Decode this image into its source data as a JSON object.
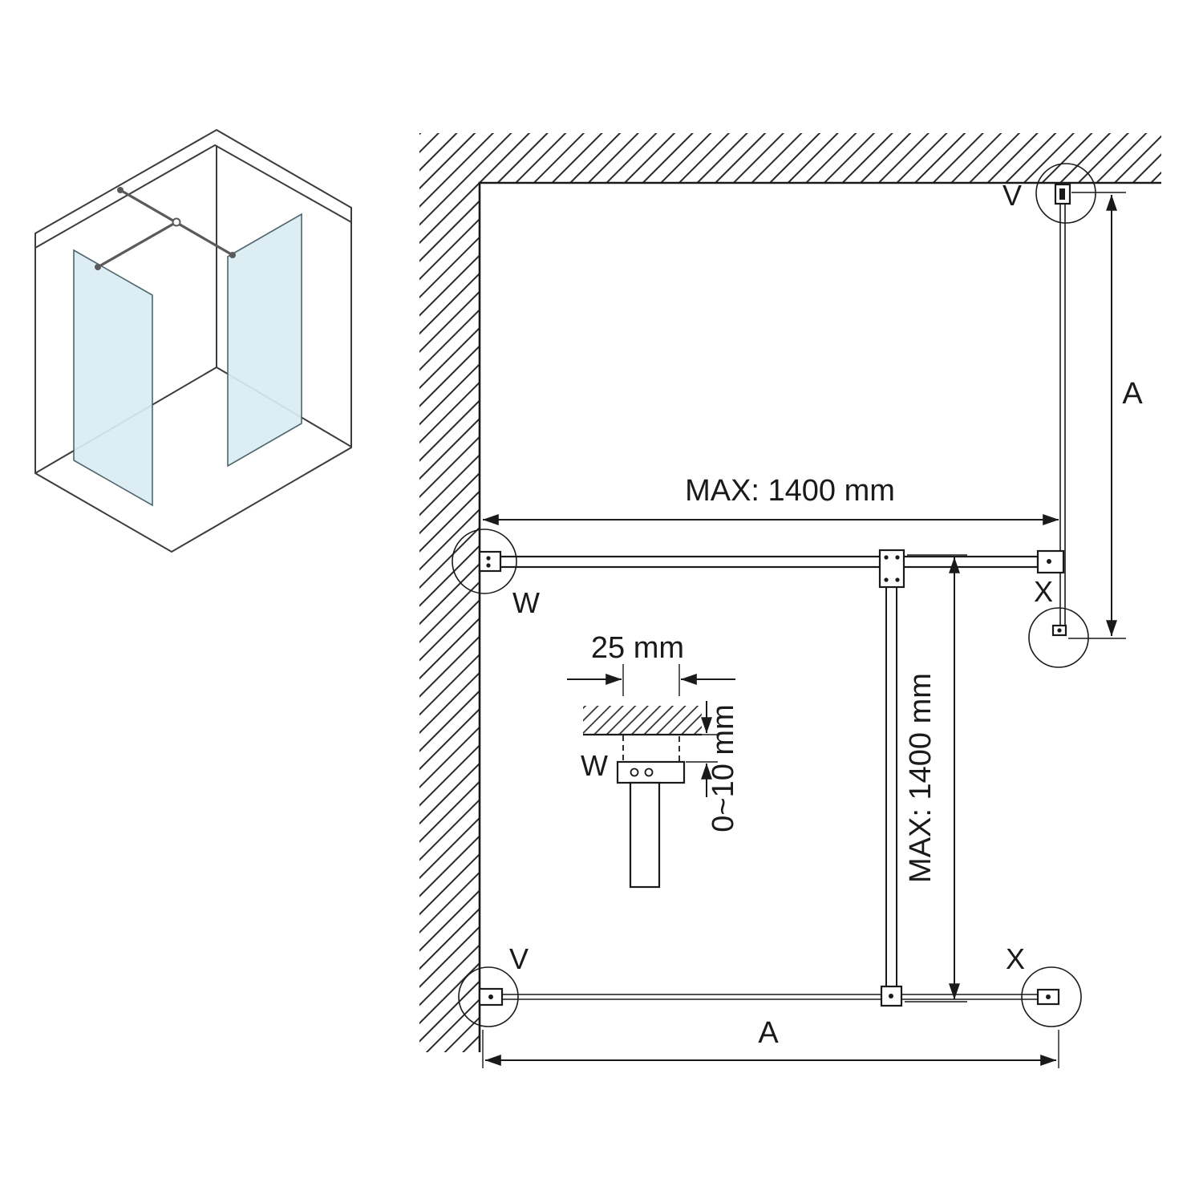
{
  "diagram": {
    "kind": "walk-in-shower-screen-installation-drawing",
    "dims": {
      "top": "MAX: 1400 mm",
      "vertical": "MAX: 1400 mm",
      "right": "A",
      "bottom": "A",
      "detail_width": "25 mm",
      "detail_gap": "0~10 mm"
    },
    "labels": {
      "v_top": "V",
      "w_bar": "W",
      "x_bar": "X",
      "v_bottom": "V",
      "x_bottom": "X",
      "w_detail": "W"
    },
    "colors": {
      "line": "#1a1a1a",
      "glass": "#d9ecf2"
    }
  }
}
